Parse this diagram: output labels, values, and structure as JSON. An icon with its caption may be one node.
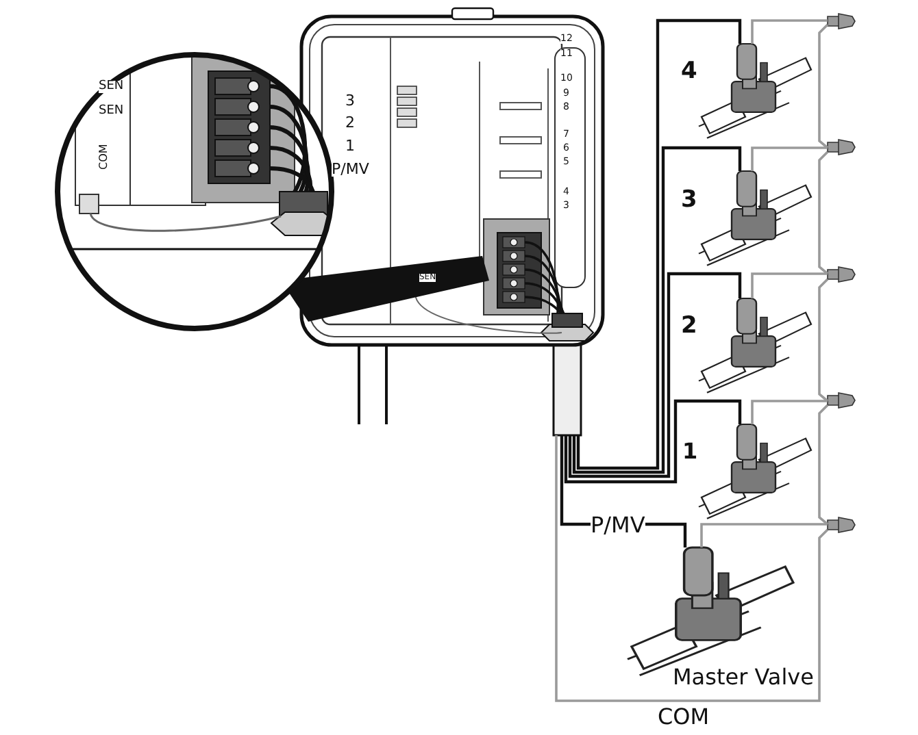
{
  "diagram": {
    "nodes": [
      {
        "text": [],
        "shape": "picture"
      },
      {
        "text": [],
        "shape": "picture",
        "beside": [
          "4"
        ]
      },
      {
        "text": [],
        "shape": "picture"
      },
      {
        "text": [],
        "shape": "picture",
        "beside": [
          "3"
        ]
      },
      {
        "text": [],
        "shape": "picture"
      },
      {
        "text": [],
        "shape": "picture",
        "beside": [
          "2"
        ]
      },
      {
        "text": [],
        "shape": "picture"
      },
      {
        "text": [],
        "shape": "picture",
        "beside": [
          "1"
        ]
      },
      {
        "text": [],
        "shape": "picture"
      },
      {
        "text": [],
        "shape": "picture",
        "beside": [
          "Master Valve"
        ]
      },
      {
        "text": [],
        "shape": "picture"
      }
    ],
    "edges": [
      {
        "from": 0,
        "to": 1,
        "arrow": "none",
        "color": "#111111"
      },
      {
        "from": 0,
        "to": 3,
        "arrow": "none",
        "color": "#111111"
      },
      {
        "from": 0,
        "to": 5,
        "arrow": "none",
        "color": "#111111"
      },
      {
        "from": 0,
        "to": 7,
        "arrow": "none",
        "color": "#111111"
      },
      {
        "from": 0,
        "to": 9,
        "arrow": "none",
        "color": "#111111",
        "label": "P/MV"
      },
      {
        "from": 1,
        "to": 2,
        "arrow": "none"
      },
      {
        "from": 3,
        "to": 4,
        "arrow": "none"
      },
      {
        "from": 5,
        "to": 6,
        "arrow": "none"
      },
      {
        "from": 7,
        "to": 8,
        "arrow": "none"
      },
      {
        "from": 9,
        "to": 10,
        "arrow": "none"
      },
      {
        "from": 2,
        "to": 4,
        "arrow": "none"
      },
      {
        "from": 4,
        "to": 6,
        "arrow": "none"
      },
      {
        "from": 6,
        "to": 8,
        "arrow": "none"
      },
      {
        "from": 8,
        "to": 10,
        "arrow": "none"
      },
      {
        "from": 10,
        "to": 0,
        "arrow": "none",
        "label": "COM"
      }
    ],
    "labels": [
      "SEN",
      "SEN",
      "COM",
      "3",
      "2",
      "1",
      "P/MV",
      "12",
      "11",
      "10",
      "9",
      "8",
      "7",
      "6",
      "5",
      "4",
      "3",
      "SEN"
    ]
  }
}
